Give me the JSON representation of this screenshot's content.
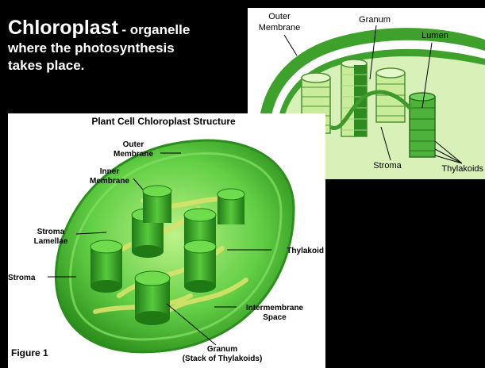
{
  "title": {
    "heading": "Chloroplast",
    "line1_suffix": "- organelle",
    "line2": "where the photosynthesis",
    "line3": "takes place."
  },
  "inset": {
    "labels": {
      "outer_membrane_l1": "Outer",
      "outer_membrane_l2": "Membrane",
      "granum": "Granum",
      "lumen": "Lumen",
      "stroma": "Stroma",
      "thylakoids": "Thylakoids"
    }
  },
  "main": {
    "title": "Plant Cell Chloroplast Structure",
    "labels": {
      "outer_membrane_l1": "Outer",
      "outer_membrane_l2": "Membrane",
      "inner_membrane_l1": "Inner",
      "inner_membrane_l2": "Membrane",
      "stroma_lamellae_l1": "Stroma",
      "stroma_lamellae_l2": "Lamellae",
      "thylakoid": "Thylakoid",
      "stroma": "Stroma",
      "intermembrane_l1": "Intermembrane",
      "intermembrane_l2": "Space",
      "granum_l1": "Granum",
      "granum_l2": "(Stack of Thylakoids)",
      "figure": "Figure 1"
    }
  },
  "colors": {
    "background": "#000000",
    "title_text": "#ffffff",
    "green_dark": "#2e8b1f",
    "green_mid": "#4cc23a",
    "green_light": "#b9e88a",
    "lamellae_yellow": "#d8e26a"
  }
}
